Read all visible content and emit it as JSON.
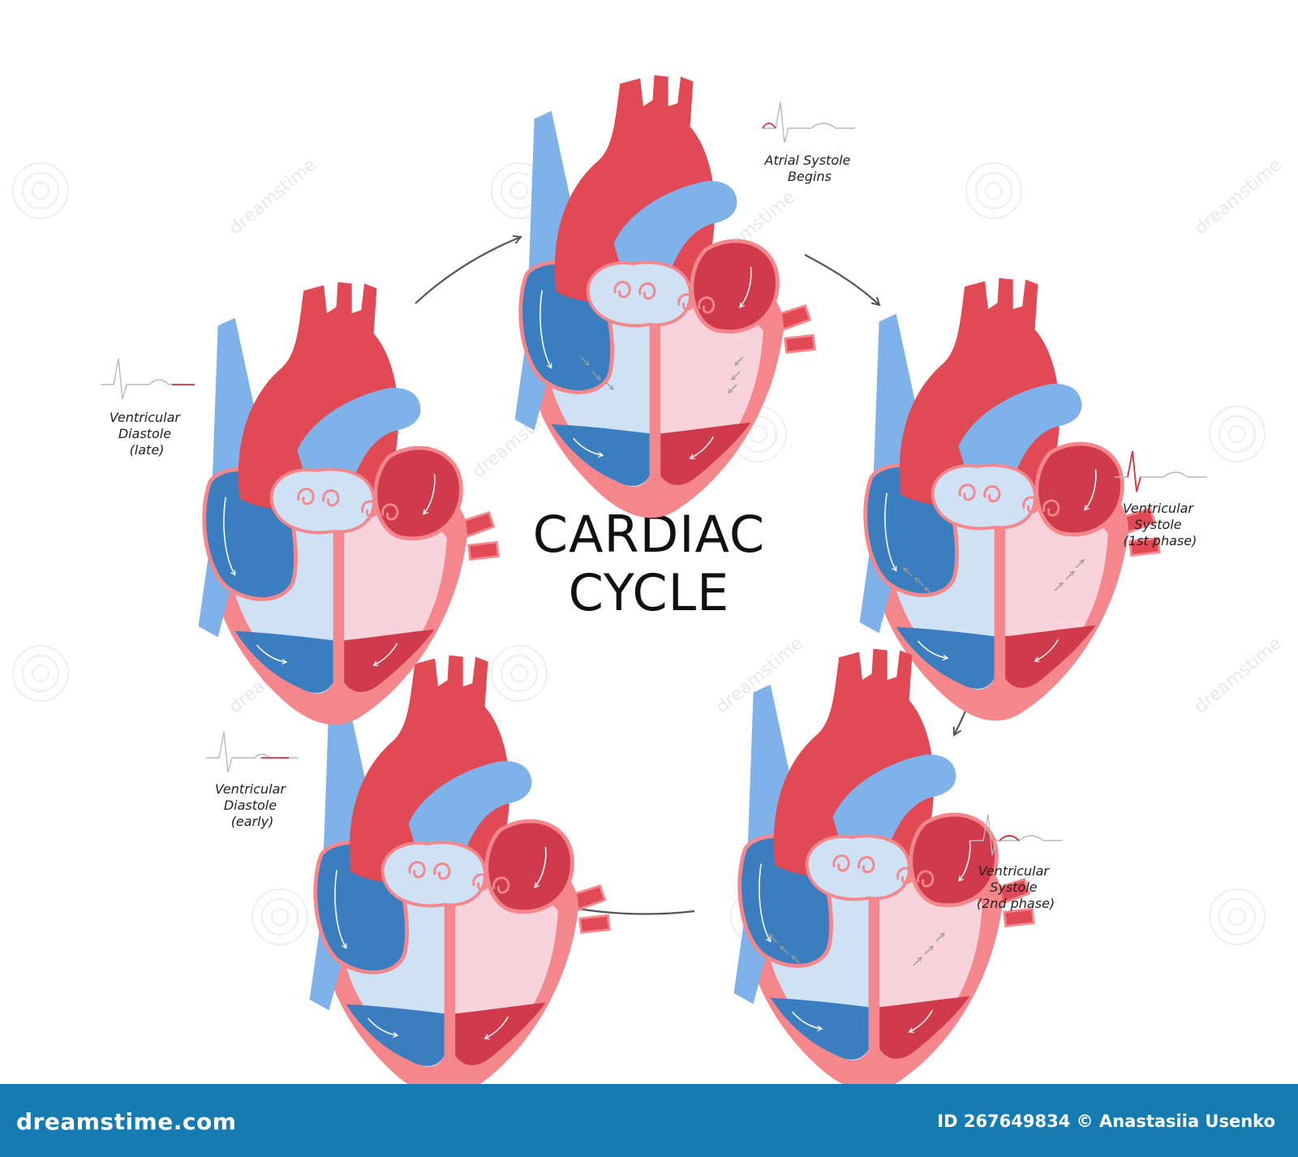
{
  "title": {
    "line1": "CARDIAC",
    "line2": "CYCLE"
  },
  "stages": [
    {
      "label_lines": [
        "Atrial Systole",
        "Begins"
      ]
    },
    {
      "label_lines": [
        "Ventricular",
        "Systole",
        "(1st phase)"
      ]
    },
    {
      "label_lines": [
        "Ventricular",
        "Systole",
        "(2nd phase)"
      ]
    },
    {
      "label_lines": [
        "Ventricular",
        "Diastole",
        "(early)"
      ]
    },
    {
      "label_lines": [
        "Ventricular",
        "Diastole",
        "(late)"
      ]
    }
  ],
  "watermark": {
    "text": "dreamstime"
  },
  "footer": {
    "brand": "dreamstime.com",
    "credit": "ID 267649834 © Anastasiia Usenko"
  },
  "colors": {
    "aorta_red": "#e14a55",
    "vein_blue": "#7fb2e8",
    "deep_blue": "#3b7ec0",
    "light_blue": "#cfe1f4",
    "muscle_pink": "#f4868c",
    "light_pink": "#f9d3dc",
    "deep_red": "#cf3a4c",
    "footer_blue": "#157bb1"
  }
}
